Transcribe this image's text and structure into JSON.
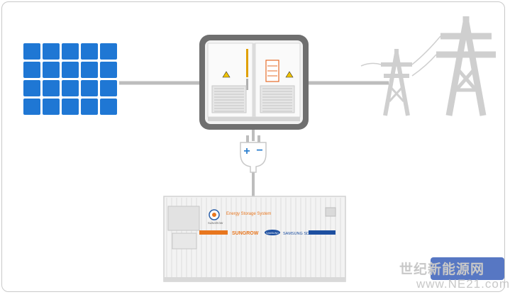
{
  "colors": {
    "solar": "#1f77d4",
    "tower": "#cfcfcf",
    "line": "#bdbdbd",
    "inverter_frame": "#6f6f6f",
    "plug": "#2c7fcf"
  },
  "plug": {
    "plus": "+",
    "minus": "−"
  },
  "container": {
    "logo_text": "SUNGROW",
    "ess_title": "Energy Storage System",
    "brand_left": "SUNGROW",
    "brand_mid": "SAMSUNG",
    "brand_right": "SAMSUNG SDI"
  },
  "watermark": {
    "cn_text": "世纪新能源网",
    "url": "www.NE21.com"
  }
}
